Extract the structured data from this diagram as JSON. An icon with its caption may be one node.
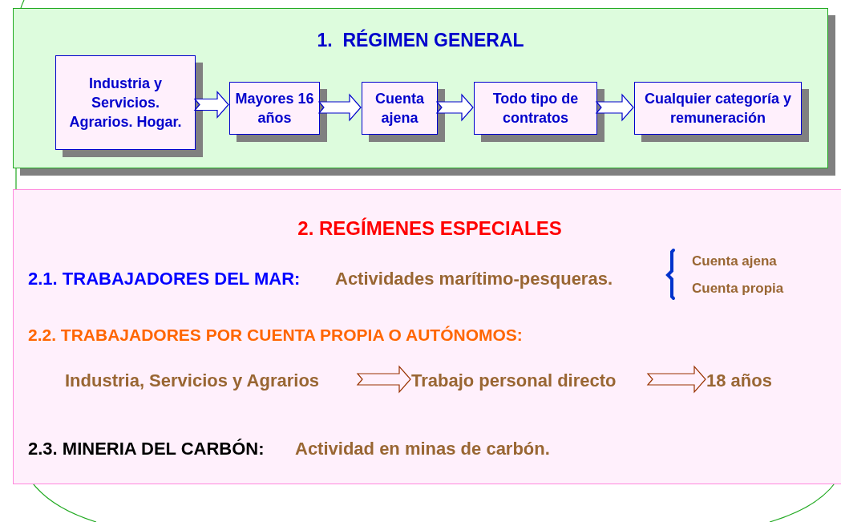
{
  "diagram": {
    "nodes": [
      {
        "text": [
          "1.  RÉGIMEN GENERAL"
        ]
      },
      {
        "text": [
          "Industria y Servicios. Agrarios. Hogar."
        ],
        "in": 0
      },
      {
        "text": [
          "Mayores 16 años"
        ],
        "in": 0
      },
      {
        "text": [
          "Cuenta ajena"
        ],
        "in": 0
      },
      {
        "text": [
          "Todo tipo de contratos"
        ],
        "in": 0
      },
      {
        "text": [
          "Cualquier categoría y remuneración"
        ],
        "in": 0
      },
      {
        "text": [
          "2. REGÍMENES ESPECIALES"
        ]
      },
      {
        "text": [
          "Industria, Servicios y Agrarios"
        ],
        "in": 6
      },
      {
        "text": [
          "Trabajo personal directo"
        ],
        "in": 6
      },
      {
        "text": [
          "18 años"
        ],
        "in": 6
      }
    ],
    "edges": [
      {
        "from": 1,
        "to": 2,
        "arrow": "to"
      },
      {
        "from": 2,
        "to": 3,
        "arrow": "to"
      },
      {
        "from": 3,
        "to": 4,
        "arrow": "to"
      },
      {
        "from": 4,
        "to": 5,
        "arrow": "to"
      },
      {
        "from": 7,
        "to": 8,
        "arrow": "to",
        "color": "#993300"
      },
      {
        "from": 8,
        "to": 9,
        "arrow": "to",
        "color": "#993300"
      }
    ],
    "labels": [
      "2.1. TRABAJADORES DEL MAR:",
      "Actividades marítimo-pesqueras.",
      "Cuenta ajena",
      "Cuenta propia",
      "2.2. TRABAJADORES POR CUENTA PROPIA O AUTÓNOMOS:",
      "2.3. MINERIA DEL CARBÓN:",
      "Actividad en minas de carbón."
    ]
  }
}
